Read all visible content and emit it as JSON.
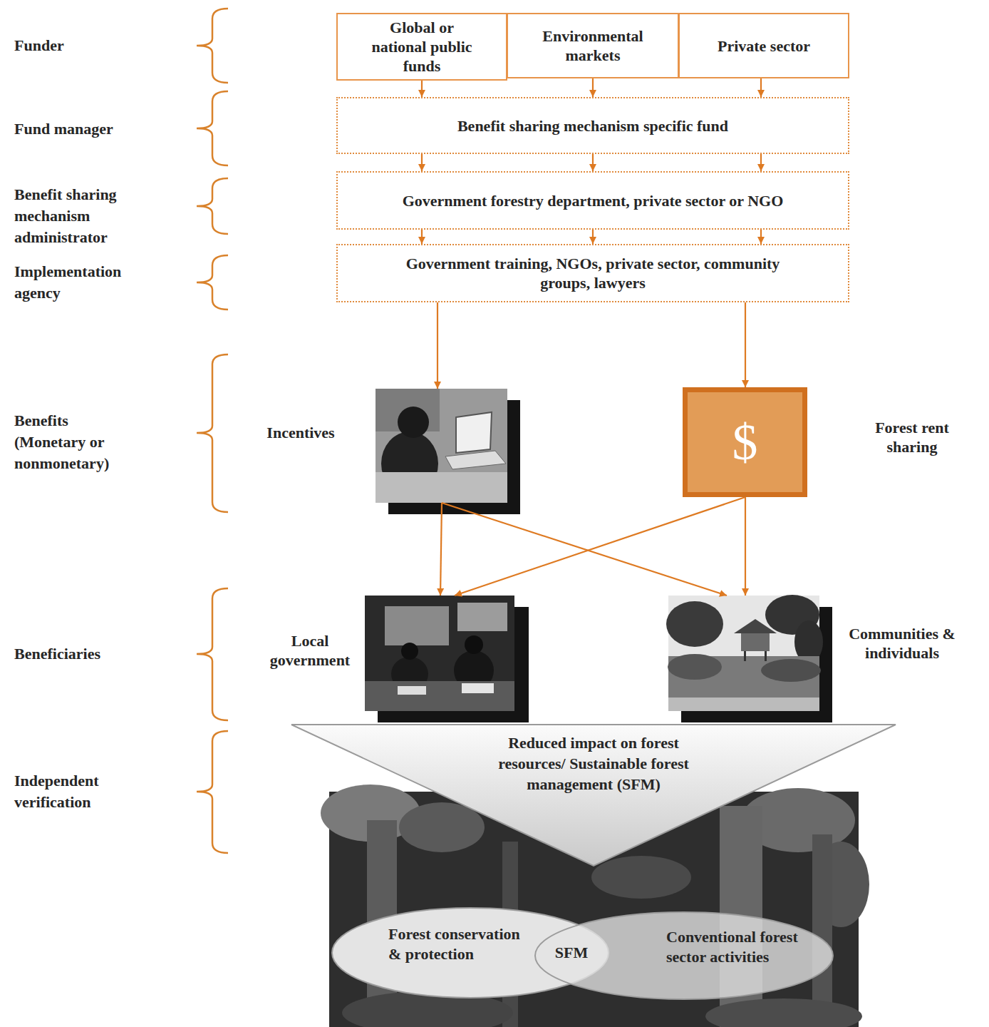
{
  "diagram": {
    "nodes": [
      {
        "text": [
          "Global or national public funds"
        ]
      },
      {
        "text": [
          "Environmental markets"
        ]
      },
      {
        "text": [
          "Private sector"
        ]
      },
      {
        "text": [
          "Benefit sharing mechanism specific fund"
        ]
      },
      {
        "text": [
          "Government forestry department, private sector or NGO"
        ]
      },
      {
        "text": [
          "Government training, NGOs, private sector, community groups, lawyers"
        ]
      },
      {
        "text": [
          "Incentives"
        ]
      },
      {
        "text": [
          "$",
          "Forest rent sharing"
        ]
      },
      {
        "text": [
          "Local government"
        ]
      },
      {
        "text": [
          "Communities & individuals"
        ]
      },
      {
        "text": [
          "Reduced impact on forest resources/ Sustainable forest management (SFM)"
        ]
      },
      {
        "text": [
          "Forest conservation & protection"
        ]
      },
      {
        "text": [
          "Conventional forest sector activities"
        ]
      }
    ],
    "edges": [
      {
        "from": 0,
        "to": 3,
        "arrow": "to"
      },
      {
        "from": 1,
        "to": 3,
        "arrow": "to"
      },
      {
        "from": 2,
        "to": 3,
        "arrow": "to"
      },
      {
        "from": 3,
        "to": 4,
        "arrow": "to"
      },
      {
        "from": 3,
        "to": 4,
        "arrow": "to"
      },
      {
        "from": 3,
        "to": 4,
        "arrow": "to"
      },
      {
        "from": 4,
        "to": 5,
        "arrow": "to"
      },
      {
        "from": 4,
        "to": 5,
        "arrow": "to"
      },
      {
        "from": 4,
        "to": 5,
        "arrow": "to"
      },
      {
        "from": 5,
        "to": 6,
        "arrow": "to"
      },
      {
        "from": 5,
        "to": 7,
        "arrow": "to"
      },
      {
        "from": 6,
        "to": 8,
        "arrow": "to"
      },
      {
        "from": 6,
        "to": 9,
        "arrow": "to"
      },
      {
        "from": 7,
        "to": 8,
        "arrow": "to"
      },
      {
        "from": 7,
        "to": 9,
        "arrow": "to"
      }
    ],
    "labels": [
      "Funder",
      "Fund manager",
      "Benefit sharing mechanism administrator",
      "Implementation agency",
      "Benefits (Monetary or nonmonetary)",
      "Beneficiaries",
      "Independent verification",
      "SFM"
    ]
  }
}
